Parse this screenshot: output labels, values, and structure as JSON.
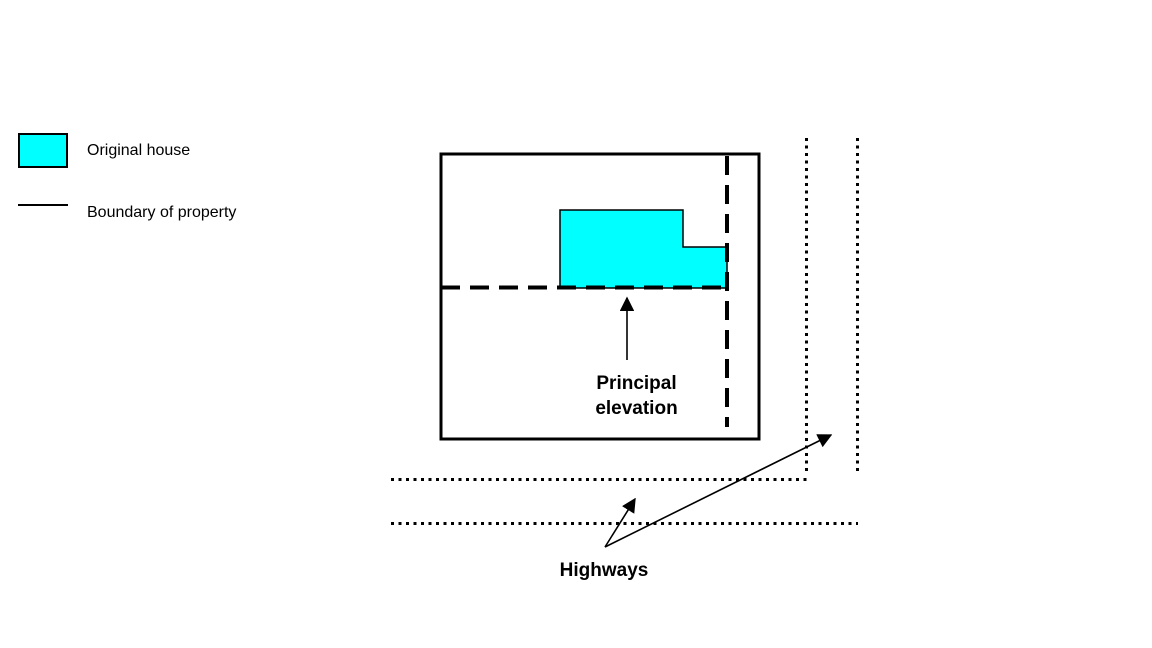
{
  "colors": {
    "house_fill": "#00ffff",
    "line": "#000000",
    "background": "#ffffff"
  },
  "legend": {
    "original_house_label": "Original house",
    "boundary_label": "Boundary of property"
  },
  "diagram": {
    "principal_elevation_label": "Principal\nelevation",
    "highways_label": "Highways"
  }
}
